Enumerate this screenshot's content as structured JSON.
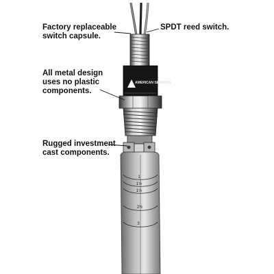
{
  "callouts": {
    "capsule": [
      "Factory replaceable",
      "switch capsule."
    ],
    "reed": [
      "SPDT reed switch."
    ],
    "metal": [
      "All metal design",
      "uses no plastic",
      "components."
    ],
    "cast": [
      "Rugged investment",
      "cast components."
    ]
  },
  "device": {
    "brand_logo": "AMERICAN SENSORS"
  },
  "paddle": {
    "scale_labels": [
      "1",
      "1½",
      "1½",
      "2½",
      "3"
    ]
  },
  "colors": {
    "text": "#111111",
    "metal_dark": "#3a3a3a",
    "metal_mid": "#8c8c8c",
    "metal_light": "#e2e2e2",
    "label_band": "#151515"
  }
}
